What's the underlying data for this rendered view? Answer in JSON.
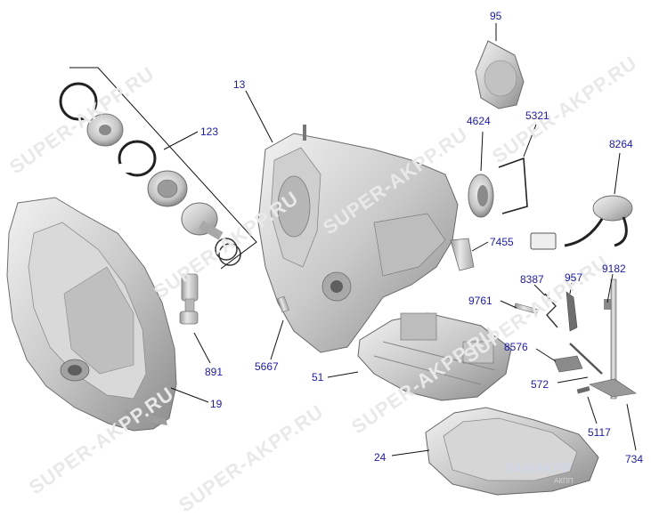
{
  "watermark": {
    "text": "SUPER-AKPP.RU",
    "logo_text": "SAMAKPP",
    "logo_sub": "АКПП"
  },
  "labels": {
    "p95": "95",
    "p13": "13",
    "p123": "123",
    "p4624": "4624",
    "p5321": "5321",
    "p8264": "8264",
    "p7455": "7455",
    "p8387": "8387",
    "p957": "957",
    "p9182": "9182",
    "p9761": "9761",
    "p891": "891",
    "p5667": "5667",
    "p51": "51",
    "p8576": "8576",
    "p572": "572",
    "p19": "19",
    "p5117": "5117",
    "p24": "24",
    "p734": "734"
  },
  "colors": {
    "label": "#1a1ab4",
    "leader": "#111111",
    "metal_light": "#e4e4e4",
    "metal_mid": "#bdbdbd",
    "metal_dark": "#7d7d7d",
    "watermark": "#e9e9e9"
  }
}
